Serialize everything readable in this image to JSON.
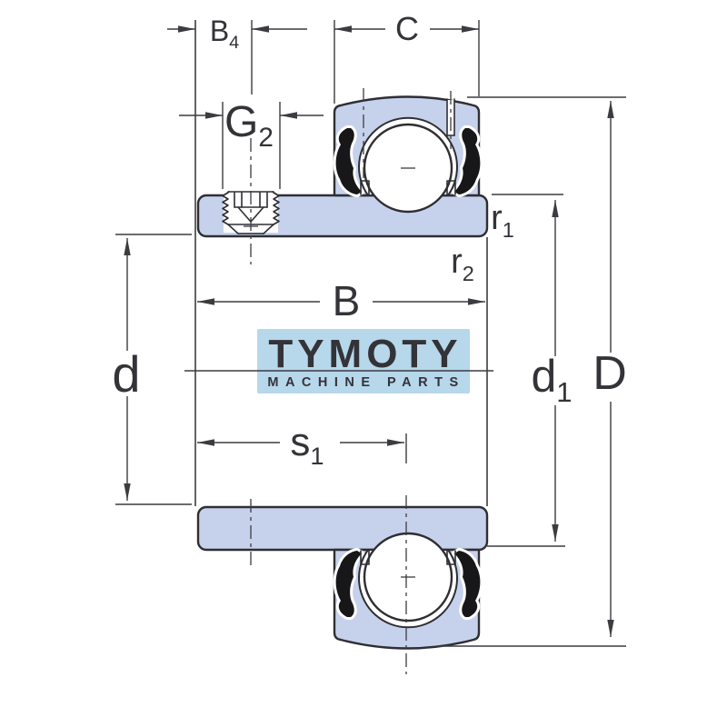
{
  "drawing": {
    "description": "Insert ball bearing cross-section technical drawing with dimension callouts",
    "labels": {
      "b4": {
        "main": "B",
        "sub": "4"
      },
      "c": {
        "main": "C"
      },
      "g2": {
        "main": "G",
        "sub": "2"
      },
      "r1": {
        "main": "r",
        "sub": "1"
      },
      "r2": {
        "main": "r",
        "sub": "2"
      },
      "b": {
        "main": "B"
      },
      "d": {
        "main": "d"
      },
      "s1": {
        "main": "s",
        "sub": "1"
      },
      "d1": {
        "main": "d",
        "sub": "1"
      },
      "D": {
        "main": "D"
      }
    },
    "watermark": {
      "brand": "TYMOTY",
      "tagline": "MACHINE PARTS"
    },
    "colors": {
      "background": "#ffffff",
      "part_fill": "#c6d2ec",
      "outline": "#2e2e33",
      "dimension": "#3c3c40",
      "seal": "#17171a",
      "watermark_bg": "#b7d7eb",
      "watermark_text": "#ffffff"
    }
  }
}
